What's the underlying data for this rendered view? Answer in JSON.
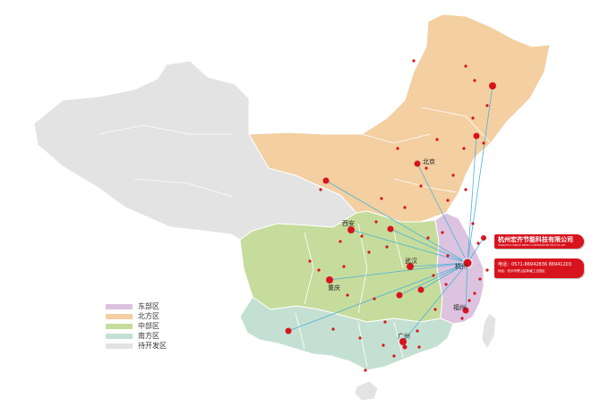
{
  "colors": {
    "east": "#dcc3df",
    "north": "#f3cfa1",
    "central": "#c6dc9c",
    "south": "#c4e0d2",
    "undeveloped": "#e3e3e3",
    "border": "#ffffff",
    "marker": "#d7141e",
    "line": "#4cb2d8",
    "banner": "#d7141e"
  },
  "legend": {
    "items": [
      {
        "label": "东部区",
        "color": "#dcc3df"
      },
      {
        "label": "北方区",
        "color": "#f3cfa1"
      },
      {
        "label": "中部区",
        "color": "#c6dc9c"
      },
      {
        "label": "南方区",
        "color": "#c4e0d2"
      },
      {
        "label": "待开发区",
        "color": "#e3e3e3"
      }
    ]
  },
  "cities": {
    "beijing": "北京",
    "xian": "西安",
    "wuhan": "武汉",
    "chongqing": "重庆",
    "hangzhou": "杭州",
    "fuzhou": "福州",
    "guangzhou": "广州"
  },
  "company": {
    "name": "杭州宏齐节能科技有限公司",
    "name_en": "HANGZHOU HONGQI ENERGY CONSERVATION TECH CO.,LTD",
    "phone": "电话：0571-86942836  86941203",
    "address": "地址：杭州市萧山区新塘工业园区"
  },
  "icons": {
    "hub": "hub-marker-icon",
    "city": "city-dot-icon"
  }
}
